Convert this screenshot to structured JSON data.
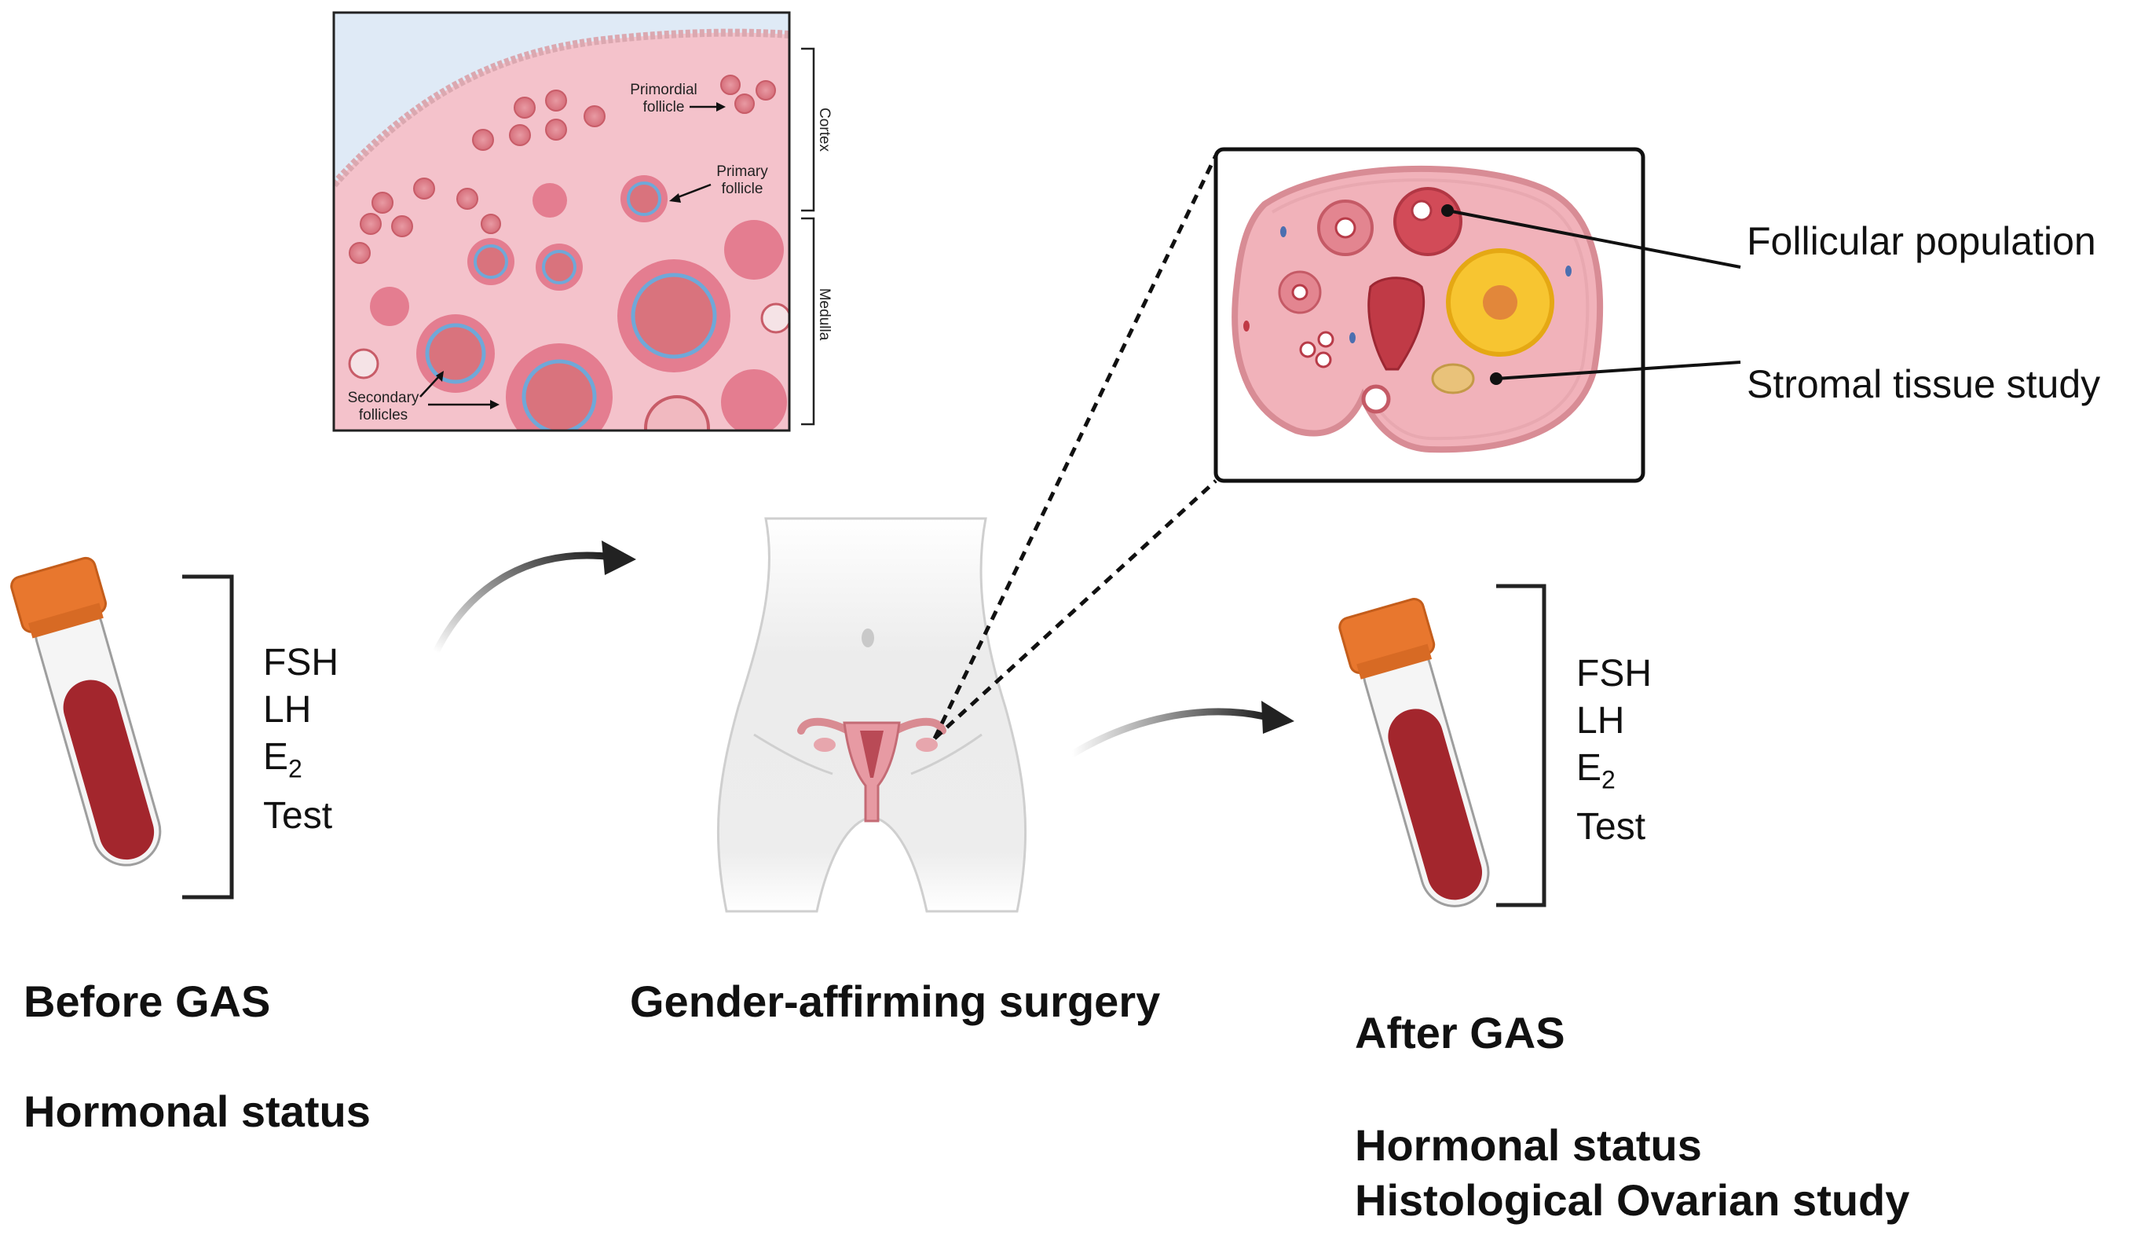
{
  "histology_panel": {
    "labels": {
      "primordial": [
        "Primordial",
        "follicle"
      ],
      "primary": [
        "Primary",
        "follicle"
      ],
      "secondary": [
        "Secondary",
        "follicles"
      ],
      "cortex": "Cortex",
      "medulla": "Medulla"
    }
  },
  "before": {
    "markers": [
      "FSH",
      "LH",
      "E",
      "Test"
    ],
    "e_subscript": "2",
    "heading": "Before GAS",
    "subheading": "Hormonal status"
  },
  "surgery": {
    "heading": "Gender-affirming surgery"
  },
  "ovary_callouts": {
    "follicular": "Follicular population",
    "stromal": "Stromal tissue study"
  },
  "after": {
    "markers": [
      "FSH",
      "LH",
      "E",
      "Test"
    ],
    "e_subscript": "2",
    "heading": "After GAS",
    "subheading_lines": [
      "Hormonal status",
      "Histological Ovarian study"
    ]
  },
  "colors": {
    "tube_cap": "#e8772e",
    "blood": "#a3262d",
    "tissue": "#f5c7ce",
    "follicle": "#d9737d",
    "corpus_luteum": "#f7c531"
  }
}
